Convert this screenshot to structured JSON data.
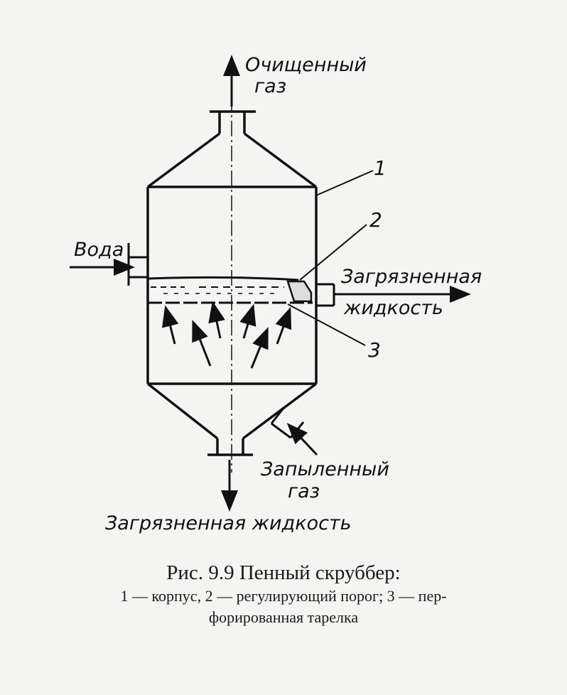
{
  "labels": {
    "clean_gas": [
      "Очищенный",
      "газ"
    ],
    "water": "Вода",
    "dirty_liquid_side": [
      "Загрязненная",
      "жидкость"
    ],
    "dusty_gas": [
      "Запыленный",
      "газ"
    ],
    "dirty_liquid_bottom": "Загрязненная жидкость",
    "n1": "1",
    "n2": "2",
    "n3": "3"
  },
  "caption": {
    "title": "Рис. 9.9 Пенный скруббер:",
    "line1": "1 — корпус, 2 — регулирующий порог; 3 — пер-",
    "line2": "форированная тарелка"
  },
  "colors": {
    "ink": "#111111",
    "background": "#f4f4f2"
  }
}
